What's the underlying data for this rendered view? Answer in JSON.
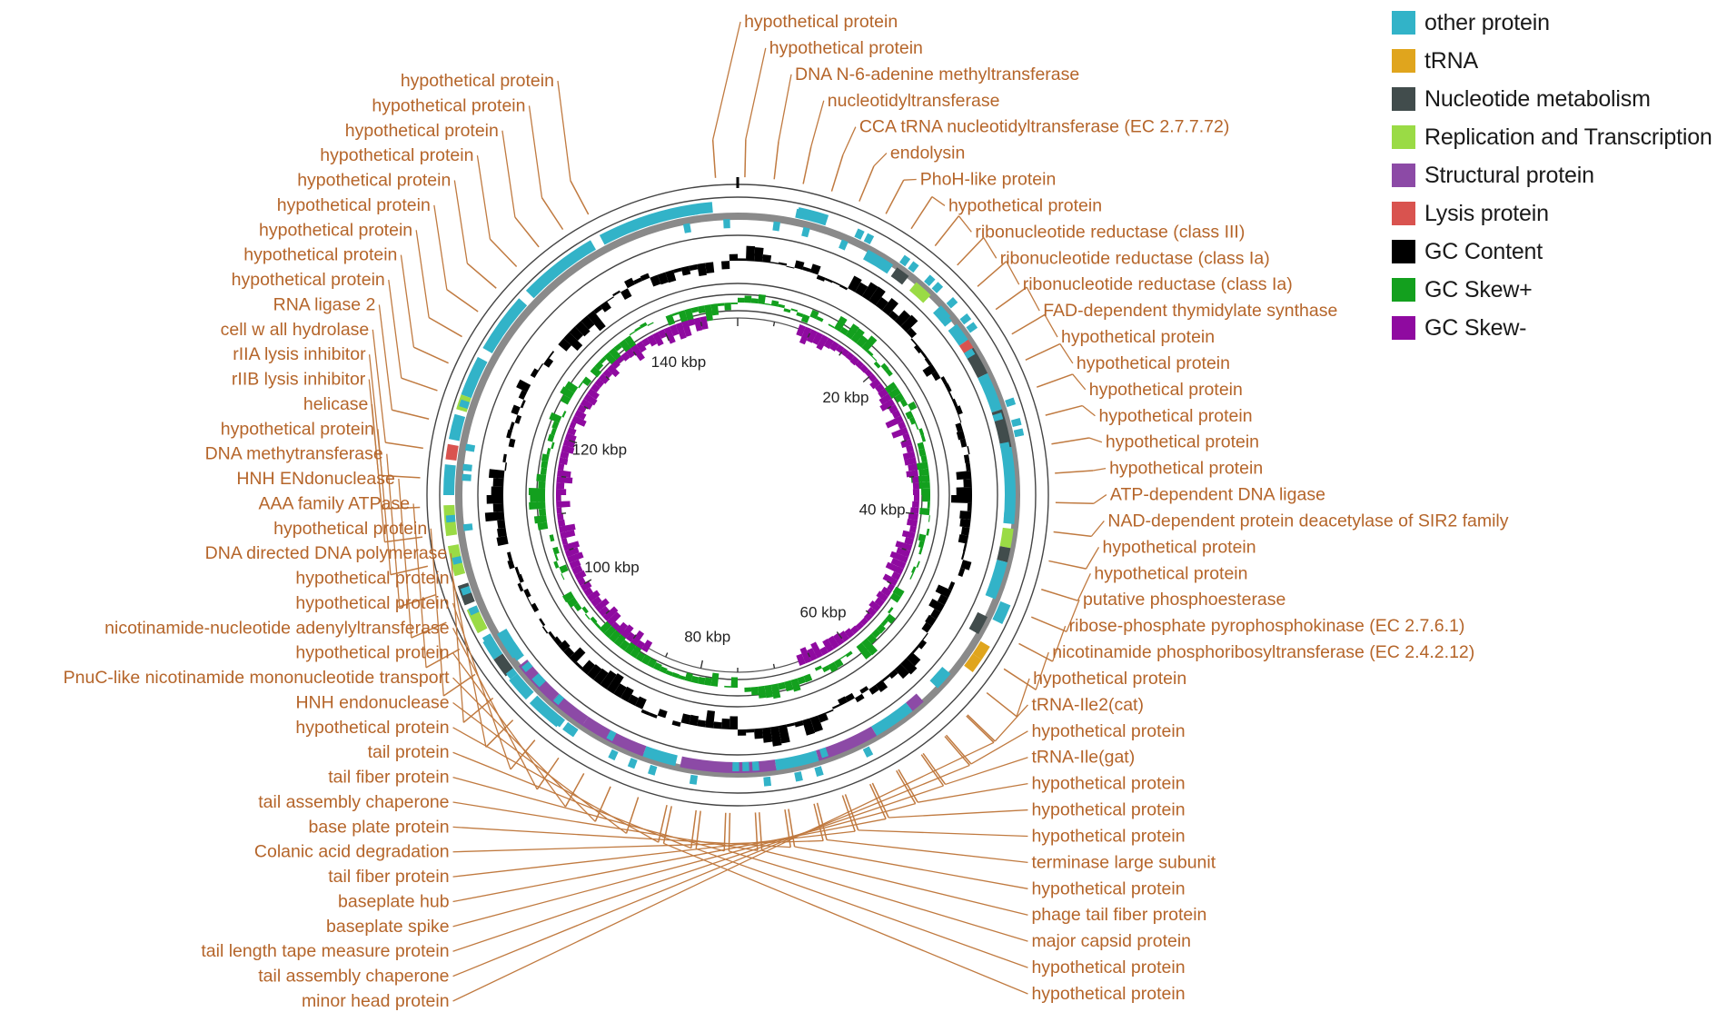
{
  "legend": [
    {
      "label": "other protein",
      "color": "#32b3c8"
    },
    {
      "label": "tRNA",
      "color": "#e0a51d"
    },
    {
      "label": "Nucleotide metabolism",
      "color": "#414c4c"
    },
    {
      "label": "Replication and Transcription",
      "color": "#9adb45"
    },
    {
      "label": "Structural protein",
      "color": "#8c4aa6"
    },
    {
      "label": "Lysis protein",
      "color": "#d9534f"
    },
    {
      "label": "GC Content",
      "color": "#000000"
    },
    {
      "label": "GC Skew+",
      "color": "#13a01e"
    },
    {
      "label": "GC Skew-",
      "color": "#8f0aa0"
    }
  ],
  "genome": {
    "length_kbp": 150,
    "scale_labels": [
      "20 kbp",
      "40 kbp",
      "60 kbp",
      "80 kbp",
      "100 kbp",
      "120 kbp",
      "140 kbp"
    ]
  },
  "gene_labels": {
    "right": [
      "hypothetical protein",
      "hypothetical protein",
      "DNA N-6-adenine methyltransferase",
      "nucleotidyltransferase",
      "CCA tRNA nucleotidyltransferase (EC 2.7.7.72)",
      "endolysin",
      "PhoH-like protein",
      "hypothetical protein",
      "ribonucleotide reductase (class III)",
      "ribonucleotide reductase (class Ia)",
      "ribonucleotide reductase (class Ia)",
      "FAD-dependent thymidylate synthase",
      "hypothetical protein",
      "hypothetical protein",
      "hypothetical protein",
      "hypothetical protein",
      "hypothetical protein",
      "hypothetical protein",
      "ATP-dependent DNA ligase",
      "NAD-dependent protein deacetylase of SIR2 family",
      "hypothetical protein",
      "hypothetical protein",
      "putative phosphoesterase",
      "ribose-phosphate pyrophosphokinase (EC 2.7.6.1)",
      "nicotinamide phosphoribosyltransferase (EC 2.4.2.12)",
      "hypothetical protein",
      "tRNA-Ile2(cat)",
      "hypothetical protein",
      "tRNA-Ile(gat)",
      "hypothetical protein",
      "hypothetical protein",
      "hypothetical protein",
      "terminase large subunit",
      "hypothetical protein",
      "phage tail fiber protein",
      "major capsid protein",
      "hypothetical protein",
      "hypothetical protein"
    ],
    "left": [
      "hypothetical protein",
      "hypothetical protein",
      "hypothetical protein",
      "hypothetical protein",
      "hypothetical protein",
      "hypothetical protein",
      "hypothetical protein",
      "hypothetical protein",
      "hypothetical protein",
      "RNA ligase 2",
      "cell w all hydrolase",
      "rIIA lysis inhibitor",
      "rIIB lysis inhibitor",
      "helicase",
      "hypothetical protein",
      "DNA methytransferase",
      "HNH ENdonuclease",
      "AAA family ATPase",
      "hypothetical protein",
      "DNA directed DNA polymerase",
      "hypothetical protein",
      "hypothetical protein",
      "nicotinamide-nucleotide adenylyltransferase",
      "hypothetical protein",
      "PnuC-like nicotinamide mononucleotide transport",
      "HNH endonuclease",
      "hypothetical protein",
      "tail protein",
      "tail fiber protein",
      "tail assembly chaperone",
      "base plate protein",
      "Colanic acid degradation",
      "tail fiber protein",
      "baseplate hub",
      "baseplate spike",
      "tail length tape measure protein",
      "tail assembly chaperone",
      "minor head protein"
    ]
  }
}
